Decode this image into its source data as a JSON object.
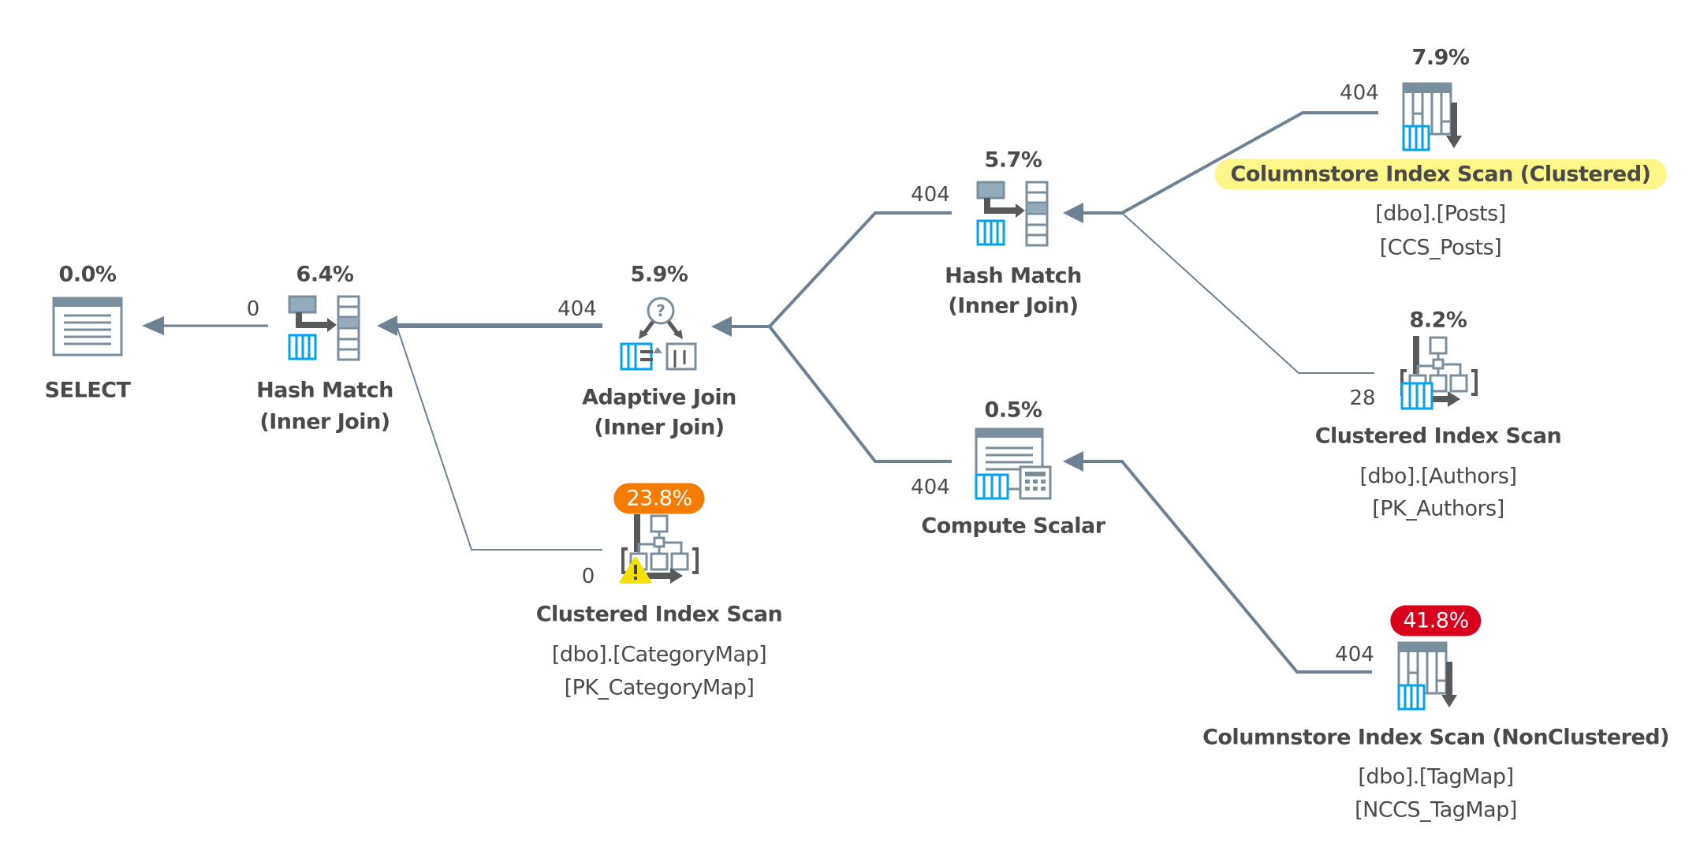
{
  "colors": {
    "edge": "#6e8193",
    "icon_gray": "#7b8e9c",
    "icon_light": "#93abbb",
    "icon_dark": "#58595b",
    "columnstore_blue": "#00a2f2",
    "warning_yellow": "#f5e000",
    "badge_orange": "#f57c00",
    "badge_red": "#d9001b",
    "highlight_yellow": "#fdf789",
    "text": "#4a4a4a"
  },
  "nodes": {
    "select": {
      "cost": "0.0%",
      "title": "SELECT",
      "icon": "result-select-icon"
    },
    "hash_match_1": {
      "cost": "6.4%",
      "title_line1": "Hash Match",
      "title_line2": "(Inner Join)",
      "icon": "hash-match-icon"
    },
    "adaptive_join": {
      "cost": "5.9%",
      "title_line1": "Adaptive Join",
      "title_line2": "(Inner Join)",
      "icon": "adaptive-join-icon"
    },
    "ci_scan_categorymap": {
      "cost": "23.8%",
      "cost_severity": "orange",
      "title": "Clustered Index Scan",
      "object": "[dbo].[CategoryMap]",
      "index": "[PK_CategoryMap]",
      "warning": true,
      "icon": "clustered-index-scan-icon"
    },
    "hash_match_2": {
      "cost": "5.7%",
      "title_line1": "Hash Match",
      "title_line2": "(Inner Join)",
      "icon": "hash-match-icon"
    },
    "compute_scalar": {
      "cost": "0.5%",
      "title": "Compute Scalar",
      "icon": "compute-scalar-icon"
    },
    "cs_scan_posts": {
      "cost": "7.9%",
      "title": "Columnstore Index Scan (Clustered)",
      "object": "[dbo].[Posts]",
      "index": "[CCS_Posts]",
      "highlighted": true,
      "icon": "columnstore-index-scan-icon"
    },
    "ci_scan_authors": {
      "cost": "8.2%",
      "title": "Clustered Index Scan",
      "object": "[dbo].[Authors]",
      "index": "[PK_Authors]",
      "icon": "clustered-index-scan-icon"
    },
    "ncs_scan_tagmap": {
      "cost": "41.8%",
      "cost_severity": "red",
      "title": "Columnstore Index Scan (NonClustered)",
      "object": "[dbo].[TagMap]",
      "index": "[NCCS_TagMap]",
      "icon": "columnstore-index-scan-icon"
    }
  },
  "edges": [
    {
      "from": "hash_match_1",
      "to": "select",
      "rows": "0"
    },
    {
      "from": "adaptive_join",
      "to": "hash_match_1",
      "rows": "404"
    },
    {
      "from": "ci_scan_categorymap",
      "to": "hash_match_1",
      "rows": "0"
    },
    {
      "from": "hash_match_2",
      "to": "adaptive_join",
      "rows": "404"
    },
    {
      "from": "compute_scalar",
      "to": "adaptive_join",
      "rows": "404"
    },
    {
      "from": "cs_scan_posts",
      "to": "hash_match_2",
      "rows": "404"
    },
    {
      "from": "ci_scan_authors",
      "to": "hash_match_2",
      "rows": "28"
    },
    {
      "from": "ncs_scan_tagmap",
      "to": "compute_scalar",
      "rows": "404"
    }
  ]
}
